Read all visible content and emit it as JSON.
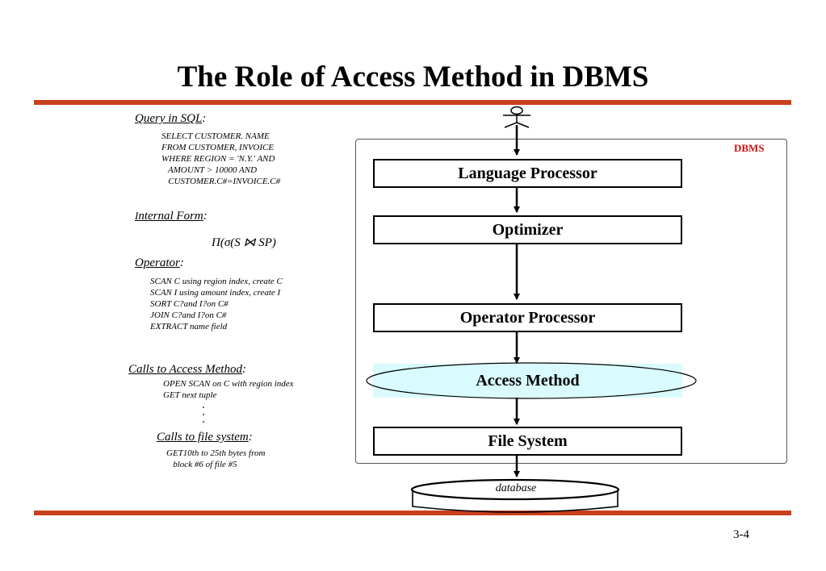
{
  "slide": {
    "title": "The Role of Access Method in DBMS",
    "page_number": "3-4",
    "accent_color": "#c8401c"
  },
  "left": {
    "query_label": "Query in SQL",
    "query_lines": "SELECT CUSTOMER. NAME\nFROM CUSTOMER, INVOICE\nWHERE REGION = 'N.Y.' AND\n   AMOUNT > 10000 AND\n   CUSTOMER.C#=INVOICE.C#",
    "internal_label": "Internal Form",
    "internal_label_first": "I",
    "internal_label_rest": "nternal Form",
    "formula": "Π(σ(S  ⋈  SP)",
    "operator_label": "Operator",
    "operator_lines": "SCAN C using region index, create C\nSCAN I using amount index, create I\nSORT C?and I?on C#\nJOIN C?and I?on C#\nEXTRACT name field",
    "calls_access_label": "Calls to Access Method",
    "calls_access_lines": "OPEN SCAN on C with region index\nGET next tuple",
    "calls_file_label": "Calls to file system",
    "calls_file_lines": "GET10th to 25th bytes from\n   block #6 of file #5",
    "colon": ":"
  },
  "diagram": {
    "dbms_label": "DBMS",
    "dbms_label_color": "#cc1111",
    "access_highlight_color": "#d9fbfd",
    "boxes": {
      "language_processor": "Language Processor",
      "optimizer": "Optimizer",
      "operator_processor": "Operator Processor",
      "access_method": "Access  Method",
      "file_system": "File  System"
    },
    "database_label": "database"
  }
}
